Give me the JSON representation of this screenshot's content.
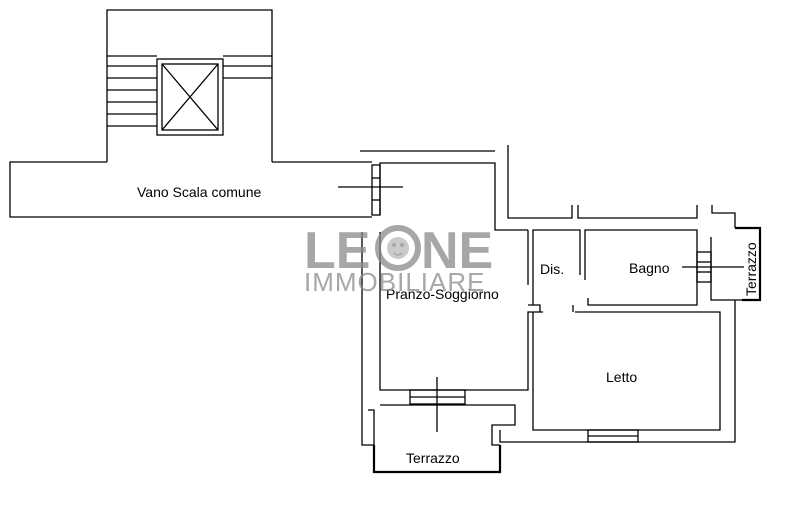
{
  "rooms": {
    "vano_scala": "Vano Scala comune",
    "pranzo_soggiorno": "Pranzo-Soggiorno",
    "dis": "Dis.",
    "bagno": "Bagno",
    "letto": "Letto",
    "terrazzo_bottom": "Terrazzo",
    "terrazzo_right": "Terrazzo"
  },
  "watermark": {
    "brand_left": "LE",
    "brand_right": "NE",
    "tagline": "IMMOBILIARE"
  },
  "colors": {
    "walls": "#000000",
    "watermark": "#8a8a8a",
    "background": "#ffffff"
  }
}
